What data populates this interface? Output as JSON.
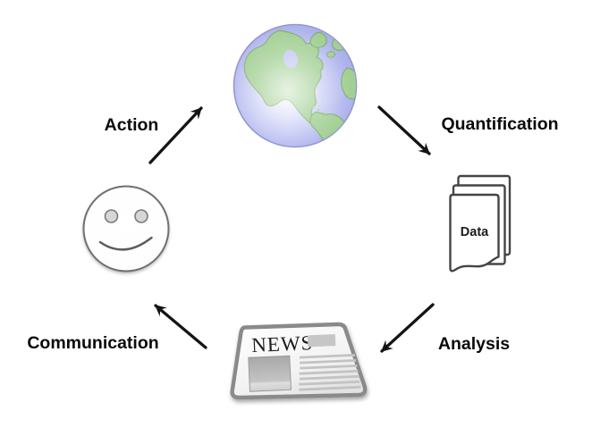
{
  "diagram": {
    "type": "cycle",
    "nodes": [
      {
        "id": "world",
        "icon": "globe-icon"
      },
      {
        "id": "data",
        "icon": "data-documents-icon",
        "label": "Data"
      },
      {
        "id": "news",
        "icon": "newspaper-icon",
        "label": "NEWS"
      },
      {
        "id": "person",
        "icon": "smiley-face-icon"
      }
    ],
    "edges": [
      {
        "from": "person",
        "to": "world",
        "label": "Action"
      },
      {
        "from": "world",
        "to": "data",
        "label": "Quantification"
      },
      {
        "from": "data",
        "to": "news",
        "label": "Analysis"
      },
      {
        "from": "news",
        "to": "person",
        "label": "Communication"
      }
    ]
  },
  "labels": {
    "action": "Action",
    "quantification": "Quantification",
    "analysis": "Analysis",
    "communication": "Communication",
    "data": "Data",
    "news": "NEWS"
  },
  "colors": {
    "background": "#ffffff",
    "arrow": "#141414",
    "label_text": "#0a0a0a",
    "globe_ocean": "#aeb3ec",
    "globe_land": "#a2cf93",
    "globe_land_outline": "#82ad71",
    "icon_outline_gray": "#8a8a8a",
    "document_outline": "#454545",
    "newspaper_fill_gray": "#c6c6c6"
  }
}
